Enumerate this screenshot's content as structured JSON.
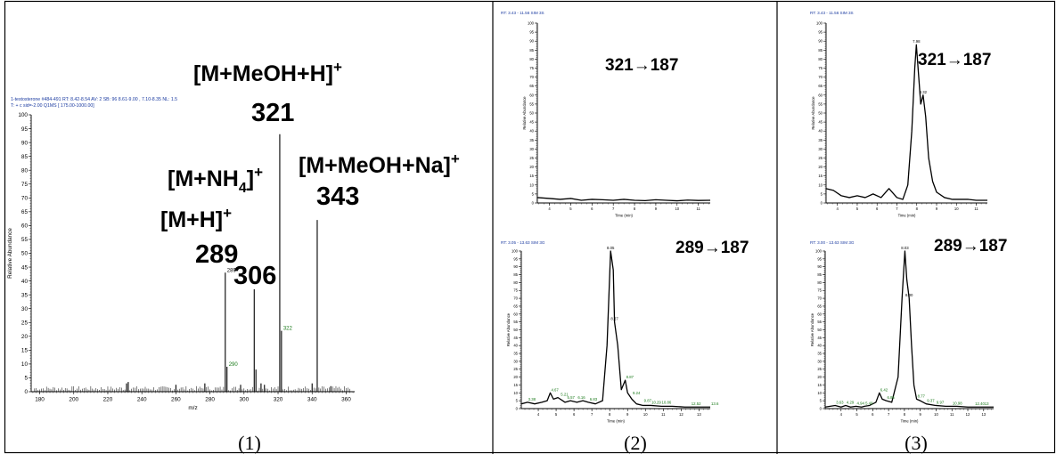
{
  "panels": [
    {
      "caption": "(1)",
      "header_line1": "1-testosterone #484-491   RT: 8.42-8.54   AV: 2   SB: 96  8.61-9.00 , 7.10-8.35   NL: 1.5",
      "header_line2": "T: + c sid=-2.00  Q1MS [ 175.00-1000.00]",
      "ylabel": "Relative Abundance",
      "xlabel": "m/z",
      "annotations": [
        {
          "label": "[M+MeOH+H]+",
          "mz": "321"
        },
        {
          "label": "[M+MeOH+Na]+",
          "mz": "343"
        },
        {
          "label": "[M+NH4]+",
          "mz": "306"
        },
        {
          "label": "[M+H]+",
          "mz": "289"
        }
      ]
    },
    {
      "caption": "(2)",
      "top_header": "RT: 3.43 - 11.56   SIM   3S",
      "top_transition": "321→187",
      "bottom_header": "RT: 3.05 - 13.63   SIM   3G",
      "bottom_transition": "289→187",
      "ylabel": "Relative Abundance",
      "xlabel": "Time (min)"
    },
    {
      "caption": "(3)",
      "top_header": "RT: 3.43 - 11.56   SIM   3S",
      "top_transition": "321→187",
      "bottom_header": "RT: 3.00 - 13.63   SIM   3G",
      "bottom_transition": "289→187",
      "ylabel": "Relative Abundance",
      "xlabel": "Time (min)"
    }
  ],
  "chart_data": [
    {
      "type": "bar",
      "panel": "(1)",
      "title": "",
      "xlabel": "m/z",
      "ylabel": "Relative Abundance",
      "xlim": [
        175,
        365
      ],
      "ylim": [
        0,
        100
      ],
      "xticks": [
        180,
        200,
        220,
        240,
        260,
        280,
        300,
        320,
        340,
        360
      ],
      "yticks": [
        0,
        5,
        10,
        15,
        20,
        25,
        30,
        35,
        40,
        45,
        50,
        55,
        60,
        65,
        70,
        75,
        80,
        85,
        90,
        95,
        100
      ],
      "peaks": [
        {
          "mz": 289,
          "value": 43,
          "label": "289"
        },
        {
          "mz": 290,
          "value": 9,
          "label": "290"
        },
        {
          "mz": 306,
          "value": 37
        },
        {
          "mz": 307,
          "value": 8
        },
        {
          "mz": 321,
          "value": 93
        },
        {
          "mz": 322,
          "value": 22,
          "label": "322"
        },
        {
          "mz": 343,
          "value": 62
        },
        {
          "mz": 231,
          "value": 3
        },
        {
          "mz": 232,
          "value": 3.5
        },
        {
          "mz": 260,
          "value": 2.5
        },
        {
          "mz": 277,
          "value": 3
        },
        {
          "mz": 298,
          "value": 2.5
        },
        {
          "mz": 310,
          "value": 3
        },
        {
          "mz": 312,
          "value": 2.5
        },
        {
          "mz": 340,
          "value": 3
        },
        {
          "mz": 351,
          "value": 2
        }
      ]
    },
    {
      "type": "line",
      "panel": "(2) top",
      "xlabel": "Time (min)",
      "ylabel": "Relative Abundance",
      "xlim": [
        3.43,
        11.56
      ],
      "ylim": [
        0,
        100
      ],
      "xticks": [
        4,
        5,
        6,
        7,
        8,
        9,
        10,
        11
      ],
      "x": [
        3.43,
        4.0,
        4.5,
        5.0,
        5.5,
        6.0,
        6.5,
        7.0,
        7.5,
        8.0,
        8.5,
        9.0,
        9.5,
        10.0,
        10.5,
        11.0,
        11.56
      ],
      "y": [
        3,
        2.5,
        2,
        2.5,
        1.5,
        2,
        1.8,
        1.5,
        2,
        1.5,
        1.3,
        1.8,
        1.5,
        1.2,
        1.6,
        1.4,
        1.5
      ],
      "peak_labels": []
    },
    {
      "type": "line",
      "panel": "(2) bottom",
      "xlabel": "Time (min)",
      "ylabel": "Relative Abundance",
      "xlim": [
        3.05,
        13.63
      ],
      "ylim": [
        0,
        100
      ],
      "xticks": [
        4,
        5,
        6,
        7,
        8,
        9,
        10,
        11,
        12,
        13
      ],
      "x": [
        3.05,
        3.4,
        3.8,
        4.2,
        4.5,
        4.67,
        4.85,
        5.1,
        5.5,
        5.8,
        6.16,
        6.5,
        6.8,
        7.2,
        7.6,
        7.85,
        8.05,
        8.2,
        8.27,
        8.45,
        8.65,
        8.87,
        9.0,
        9.24,
        9.5,
        9.87,
        10.3,
        10.9,
        11.5,
        12.2,
        12.98,
        13.63
      ],
      "y": [
        3,
        4,
        3,
        4,
        5,
        10,
        6,
        7,
        4,
        5,
        4,
        5,
        4,
        3,
        5,
        40,
        100,
        88,
        55,
        40,
        12,
        18,
        10,
        6,
        3,
        2,
        2,
        1.5,
        1.5,
        1,
        1,
        1
      ],
      "peak_labels": [
        {
          "x": 3.38,
          "y": 4,
          "label": "3.38"
        },
        {
          "x": 4.67,
          "y": 10,
          "label": "4.67"
        },
        {
          "x": 5.21,
          "y": 7,
          "label": "5.21"
        },
        {
          "x": 5.57,
          "y": 5,
          "label": "5.57"
        },
        {
          "x": 6.16,
          "y": 5,
          "label": "6.16"
        },
        {
          "x": 6.83,
          "y": 4,
          "label": "6.83"
        },
        {
          "x": 8.05,
          "y": 100,
          "label": "8.05"
        },
        {
          "x": 8.27,
          "y": 55,
          "label": "8.27"
        },
        {
          "x": 8.87,
          "y": 18,
          "label": "8.87"
        },
        {
          "x": 9.24,
          "y": 8,
          "label": "9.24"
        },
        {
          "x": 9.87,
          "y": 3,
          "label": "9.87"
        },
        {
          "x": 10.29,
          "y": 2,
          "label": "10.29"
        },
        {
          "x": 10.86,
          "y": 2,
          "label": "10.86"
        },
        {
          "x": 12.52,
          "y": 1,
          "label": "12.52"
        },
        {
          "x": 13.63,
          "y": 1,
          "label": "13.6"
        }
      ]
    },
    {
      "type": "line",
      "panel": "(3) top",
      "xlabel": "Time (min)",
      "ylabel": "Relative Abundance",
      "xlim": [
        3.43,
        11.56
      ],
      "ylim": [
        0,
        100
      ],
      "xticks": [
        4,
        5,
        6,
        7,
        8,
        9,
        10,
        11
      ],
      "x": [
        3.43,
        3.8,
        4.2,
        4.6,
        5.0,
        5.4,
        5.8,
        6.2,
        6.6,
        7.0,
        7.3,
        7.55,
        7.75,
        7.9,
        7.98,
        8.1,
        8.2,
        8.32,
        8.45,
        8.6,
        8.8,
        9.0,
        9.4,
        9.8,
        10.2,
        10.6,
        11.0,
        11.56
      ],
      "y": [
        8,
        7,
        4,
        3,
        4,
        3,
        5,
        3,
        8,
        3,
        2,
        10,
        40,
        75,
        88,
        70,
        55,
        60,
        48,
        25,
        12,
        6,
        3,
        2,
        2,
        2,
        1.5,
        1.5
      ],
      "peak_labels": [
        {
          "x": 7.98,
          "y": 88,
          "label": "7.98"
        },
        {
          "x": 8.32,
          "y": 60,
          "label": "8.32"
        }
      ]
    },
    {
      "type": "line",
      "panel": "(3) bottom",
      "xlabel": "Time (min)",
      "ylabel": "Relative Abundance",
      "xlim": [
        3.0,
        13.63
      ],
      "ylim": [
        0,
        100
      ],
      "xticks": [
        4,
        5,
        6,
        7,
        8,
        9,
        10,
        11,
        12,
        13
      ],
      "x": [
        3.0,
        3.63,
        4.0,
        4.29,
        4.6,
        4.94,
        5.3,
        5.48,
        5.8,
        6.2,
        6.42,
        6.6,
        6.85,
        7.2,
        7.6,
        7.85,
        8.03,
        8.15,
        8.3,
        8.45,
        8.6,
        8.77,
        9.0,
        9.37,
        9.97,
        10.6,
        11.3,
        12.0,
        13.0,
        13.63
      ],
      "y": [
        1,
        2,
        1,
        2,
        1,
        1.5,
        1,
        1.5,
        2,
        4,
        10,
        6,
        5,
        4,
        20,
        70,
        100,
        82,
        70,
        40,
        15,
        6,
        5,
        3,
        2,
        1.5,
        1.5,
        1,
        1,
        1
      ],
      "peak_labels": [
        {
          "x": 3.63,
          "y": 2,
          "label": "3.63"
        },
        {
          "x": 4.29,
          "y": 2,
          "label": "4.29"
        },
        {
          "x": 4.94,
          "y": 1.5,
          "label": "4.94"
        },
        {
          "x": 5.48,
          "y": 1.5,
          "label": "5.48"
        },
        {
          "x": 6.42,
          "y": 10,
          "label": "6.42"
        },
        {
          "x": 6.85,
          "y": 5,
          "label": "6.85"
        },
        {
          "x": 8.03,
          "y": 100,
          "label": "8.03"
        },
        {
          "x": 8.3,
          "y": 70,
          "label": "8.30"
        },
        {
          "x": 8.77,
          "y": 6,
          "label": "8.77"
        },
        {
          "x": 9.37,
          "y": 3,
          "label": "9.37"
        },
        {
          "x": 9.97,
          "y": 2,
          "label": "9.97"
        },
        {
          "x": 10.98,
          "y": 1.5,
          "label": "10.98"
        },
        {
          "x": 12.4,
          "y": 1,
          "label": "12.40"
        },
        {
          "x": 13.0,
          "y": 1,
          "label": "13"
        }
      ]
    }
  ]
}
